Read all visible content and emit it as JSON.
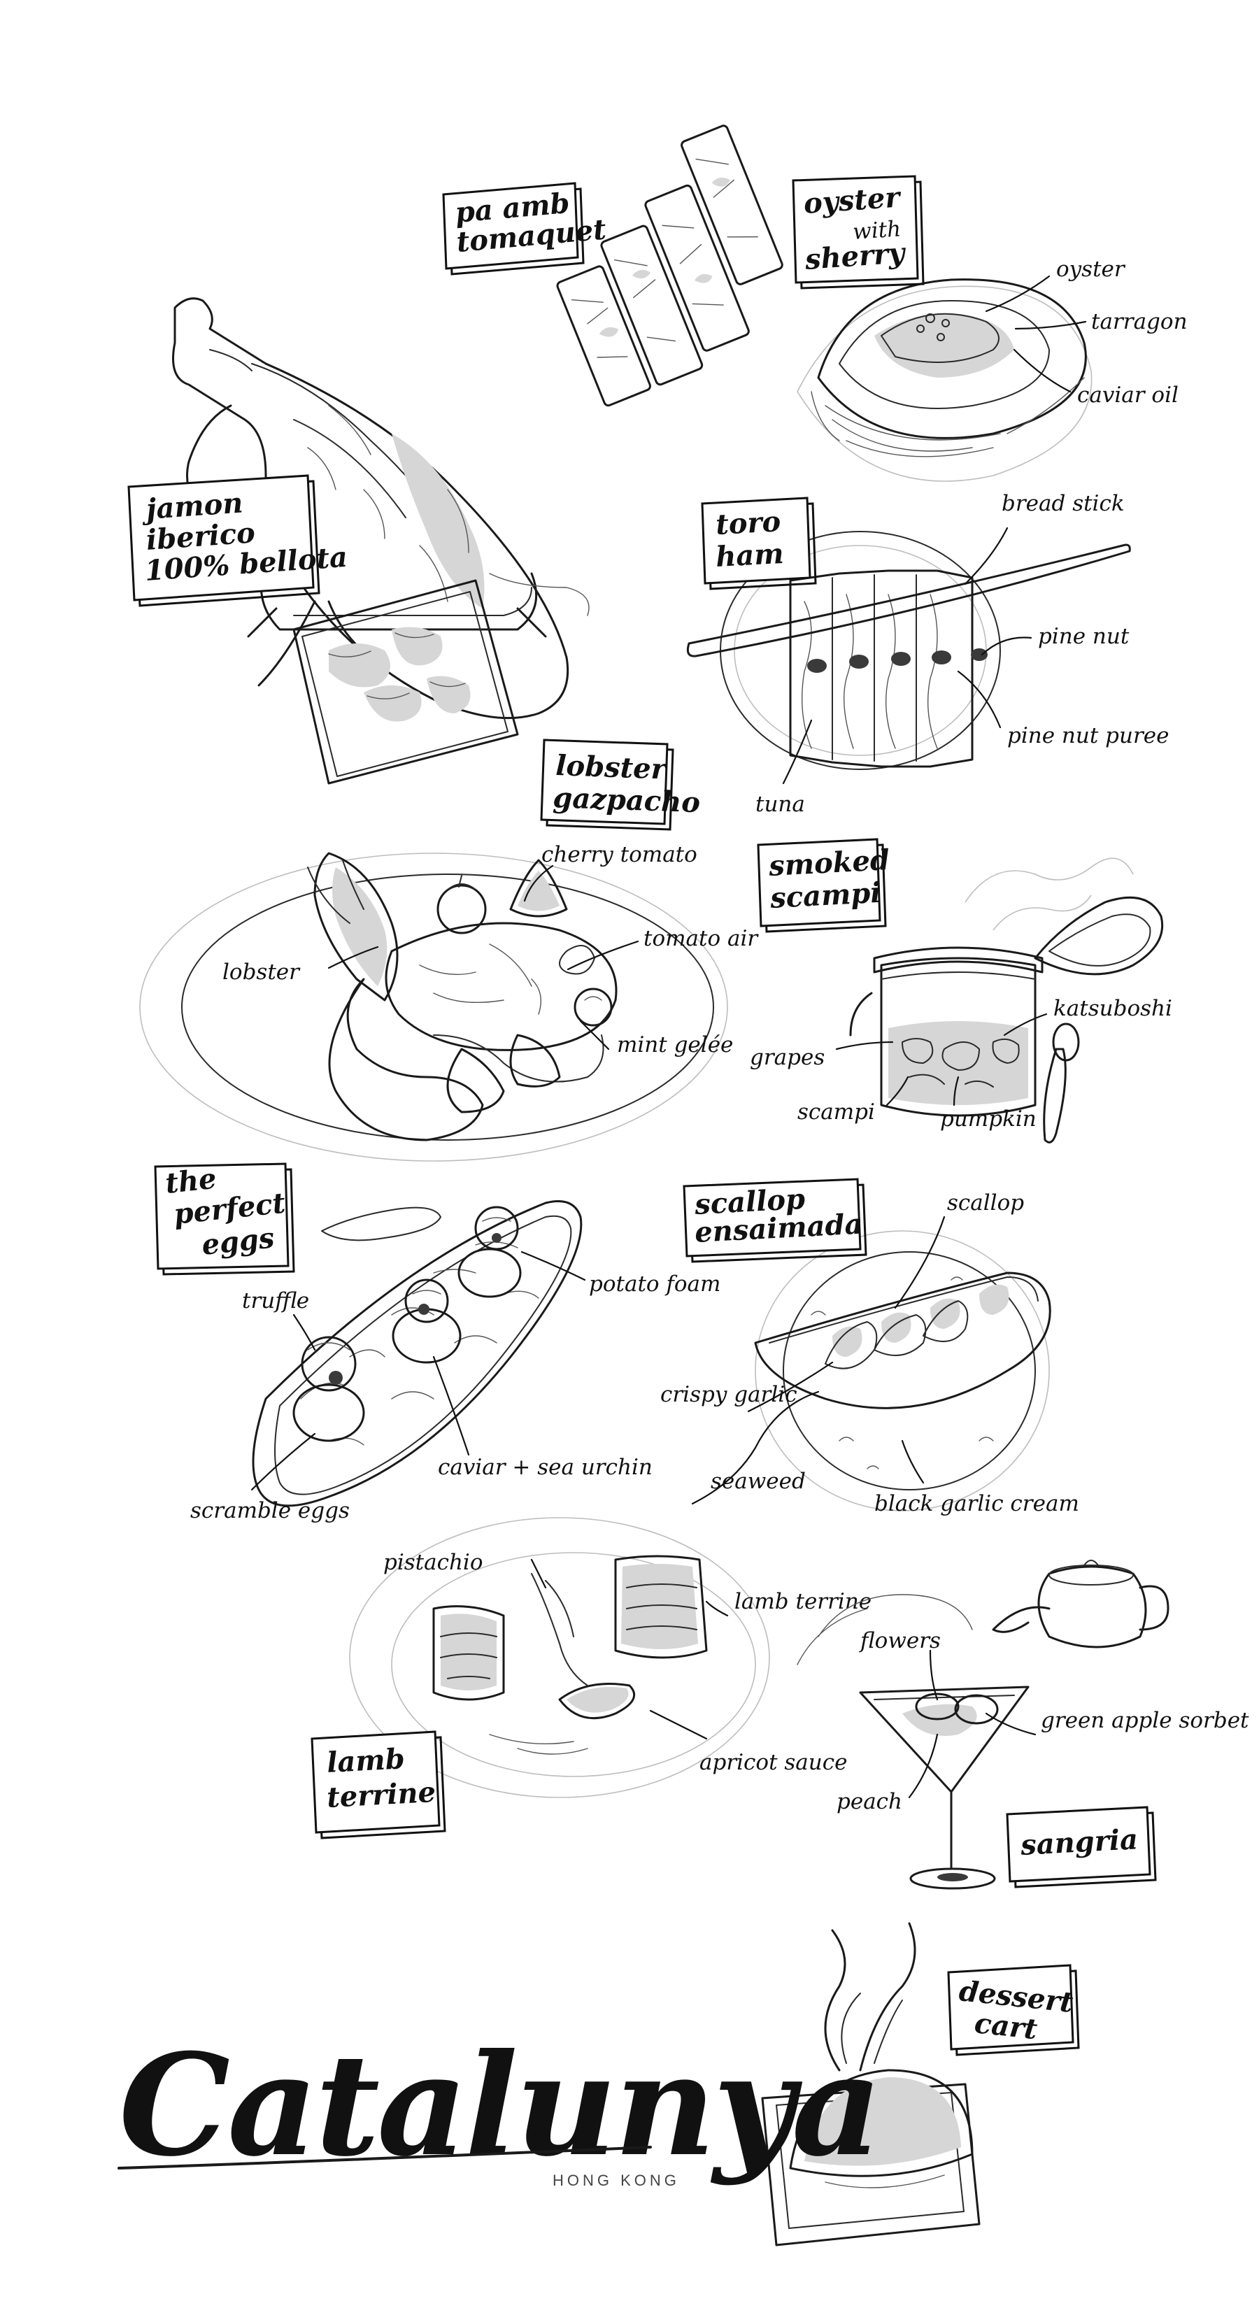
{
  "brand": {
    "logo_text": "Catalunya",
    "location": "HONG KONG"
  },
  "dishes": [
    {
      "id": "pa-amb-tomaquet",
      "title_lines": [
        "pa amb",
        "tomaquet"
      ],
      "labels": []
    },
    {
      "id": "oyster",
      "title_lines": [
        "oyster",
        "with",
        "sherry"
      ],
      "labels": [
        "oyster",
        "tarragon",
        "caviar oil"
      ]
    },
    {
      "id": "jamon",
      "title_lines": [
        "jamon",
        "iberico",
        "100% bellota"
      ],
      "labels": []
    },
    {
      "id": "toro-ham",
      "title_lines": [
        "toro",
        "ham"
      ],
      "labels": [
        "bread stick",
        "pine nut",
        "pine nut puree",
        "tuna"
      ]
    },
    {
      "id": "lobster-gazpacho",
      "title_lines": [
        "lobster",
        "gazpacho"
      ],
      "labels": [
        "cherry tomato",
        "tomato air",
        "lobster",
        "mint gelée"
      ]
    },
    {
      "id": "smoked-scampi",
      "title_lines": [
        "smoked",
        "scampi"
      ],
      "labels": [
        "katsuboshi",
        "grapes",
        "scampi",
        "pumpkin"
      ]
    },
    {
      "id": "perfect-eggs",
      "title_lines": [
        "the",
        "perfect",
        "eggs"
      ],
      "labels": [
        "truffle",
        "potato foam",
        "caviar + sea urchin",
        "scramble eggs"
      ]
    },
    {
      "id": "scallop-ensaimada",
      "title_lines": [
        "scallop",
        "ensaimada"
      ],
      "labels": [
        "scallop",
        "crispy garlic",
        "seaweed",
        "black garlic cream"
      ]
    },
    {
      "id": "lamb-terrine",
      "title_lines": [
        "lamb",
        "terrine"
      ],
      "labels": [
        "pistachio",
        "lamb terrine",
        "apricot sauce"
      ]
    },
    {
      "id": "sangria",
      "title_lines": [
        "sangria"
      ],
      "labels": [
        "flowers",
        "green apple sorbet",
        "peach"
      ]
    },
    {
      "id": "dessert-cart",
      "title_lines": [
        "dessert",
        "cart"
      ],
      "labels": []
    }
  ]
}
